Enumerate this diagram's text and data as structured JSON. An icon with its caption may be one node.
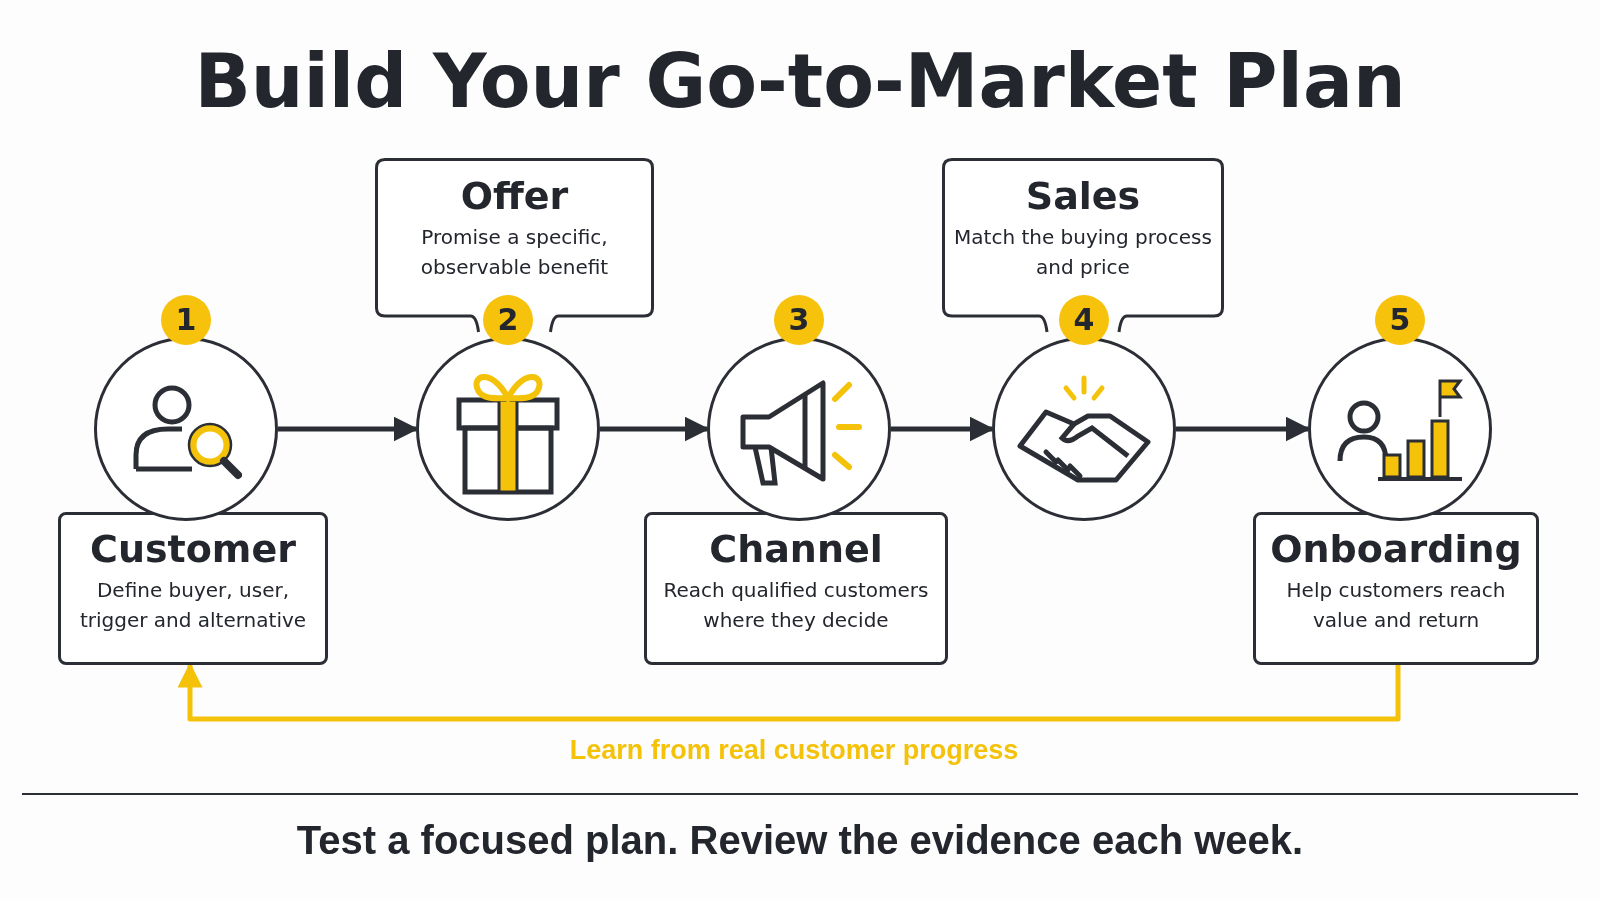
{
  "diagram": {
    "title": "Build Your Go-to-Market Plan",
    "nodes": [
      {
        "text": [],
        "shape": "circle",
        "beside": [
          "1"
        ]
      },
      {
        "text": [
          "Customer",
          "Define buyer, user, trigger and alternative"
        ]
      },
      {
        "text": [
          "Offer",
          "Promise a specific, observable benefit"
        ]
      },
      {
        "text": [],
        "shape": "circle",
        "beside": [
          "2"
        ]
      },
      {
        "text": [],
        "shape": "circle",
        "beside": [
          "3"
        ]
      },
      {
        "text": [
          "Channel",
          "Reach qualified customers where they decide"
        ]
      },
      {
        "text": [
          "Sales",
          "Match the buying process and price"
        ]
      },
      {
        "text": [],
        "shape": "circle",
        "beside": [
          "4"
        ]
      },
      {
        "text": [],
        "shape": "circle",
        "beside": [
          "5"
        ]
      },
      {
        "text": [
          "Onboarding",
          "Help customers reach value and return"
        ]
      }
    ],
    "edges": [
      {
        "from": 0,
        "to": 3,
        "arrow": "to"
      },
      {
        "from": 3,
        "to": 4,
        "arrow": "to"
      },
      {
        "from": 4,
        "to": 7,
        "arrow": "to"
      },
      {
        "from": 7,
        "to": 8,
        "arrow": "to"
      },
      {
        "from": 9,
        "to": 1,
        "arrow": "to",
        "label": "Learn from real customer progress",
        "color": "#f5c20a"
      }
    ],
    "labels": [
      "Test a focused plan. Review the evidence each week."
    ]
  }
}
